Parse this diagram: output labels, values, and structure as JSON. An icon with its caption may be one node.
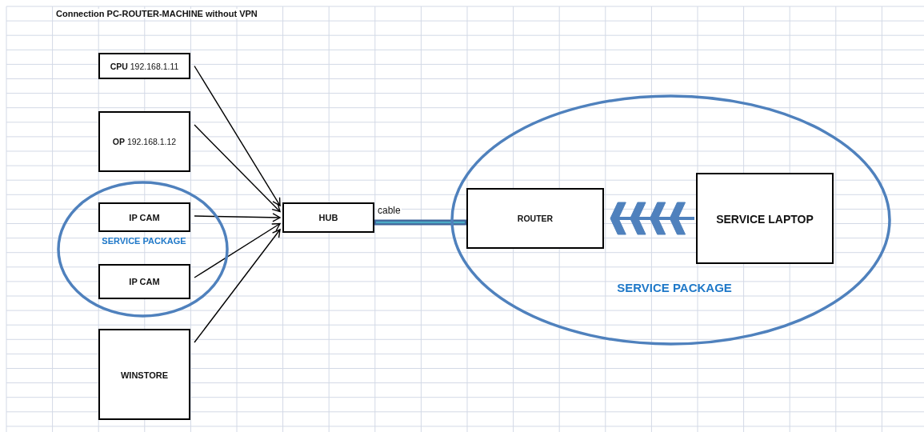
{
  "diagram": {
    "title": "Connection PC-ROUTER-MACHINE without VPN",
    "nodes": [
      {
        "text": [
          "**CPU** 192.168.1.11"
        ]
      },
      {
        "text": [
          "**OP** 192.168.1.12"
        ]
      },
      {
        "text": [
          "SERVICE PACKAGE"
        ]
      },
      {
        "text": [
          "IP CAM"
        ],
        "in": 2
      },
      {
        "text": [
          "IP CAM"
        ],
        "in": 2
      },
      {
        "text": [
          "WINSTORE"
        ]
      },
      {
        "text": [
          "HUB"
        ]
      },
      {
        "text": [
          "SERVICE PACKAGE"
        ]
      },
      {
        "text": [
          "ROUTER"
        ],
        "in": 7
      },
      {
        "text": [
          "SERVICE LAPTOP"
        ],
        "in": 7
      }
    ],
    "edges": [
      {
        "from": 0,
        "to": 6,
        "arrow": "to"
      },
      {
        "from": 1,
        "to": 6,
        "arrow": "to"
      },
      {
        "from": 3,
        "to": 6,
        "arrow": "to"
      },
      {
        "from": 4,
        "to": 6,
        "arrow": "to"
      },
      {
        "from": 5,
        "to": 6,
        "arrow": "to"
      },
      {
        "from": 6,
        "to": 8,
        "arrow": "none",
        "label": "cable",
        "style": "thick",
        "color": "#41659a"
      },
      {
        "from": 9,
        "to": 8,
        "arrow": "to",
        "style": "thick",
        "color": "#4f81bd"
      }
    ]
  }
}
